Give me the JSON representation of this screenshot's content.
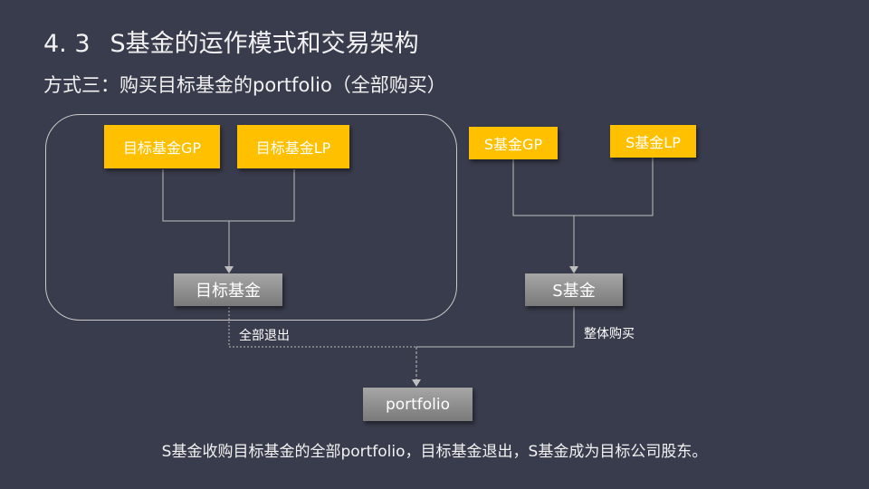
{
  "slide": {
    "section_number": "4. 3",
    "title": "S基金的运作模式和交易架构",
    "subtitle": "方式三：购买目标基金的portfolio（全部购买）",
    "caption": "S基金收购目标基金的全部portfolio，目标基金退出，S基金成为目标公司股东。"
  },
  "diagram": {
    "target_gp": "目标基金GP",
    "target_lp": "目标基金LP",
    "target_fund": "目标基金",
    "s_gp": "S基金GP",
    "s_lp": "S基金LP",
    "s_fund": "S基金",
    "portfolio": "portfolio",
    "exit_label": "全部退出",
    "buy_label": "整体购买"
  },
  "colors": {
    "background": "#393c4c",
    "accent_yellow": "#ffc000",
    "gray_box": "#8c8c8c"
  }
}
